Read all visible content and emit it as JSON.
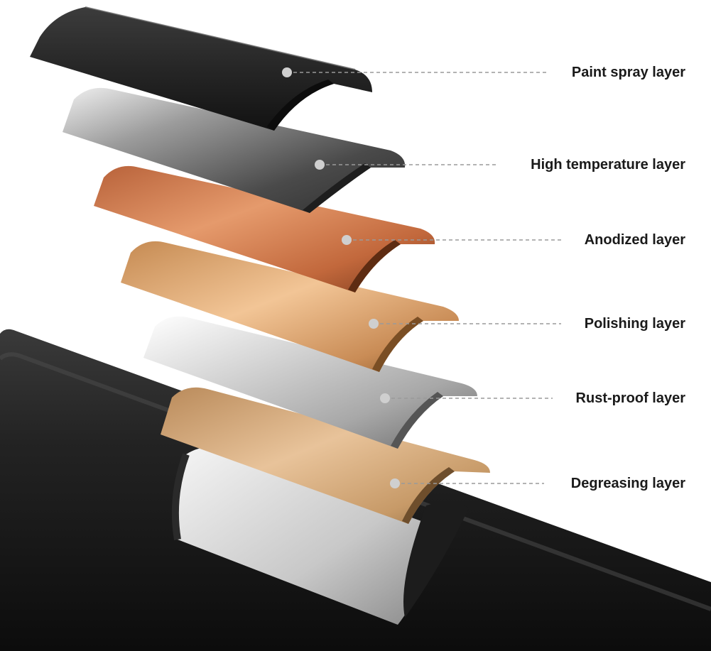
{
  "layers": [
    {
      "name": "Paint spray layer"
    },
    {
      "name": "High temperature layer"
    },
    {
      "name": "Anodized layer"
    },
    {
      "name": "Polishing layer"
    },
    {
      "name": "Rust-proof layer"
    },
    {
      "name": "Degreasing layer"
    }
  ],
  "colors": {
    "pipe": "#1f1f1f",
    "paint_spray": "#2b2b2b",
    "high_temperature": "#8e8e8e",
    "anodized": "#c9784a",
    "polishing": "#d6a06a",
    "rust_proof": "#c8c8c8",
    "degreasing": "#c9a172",
    "leader_line": "#9a9a9a",
    "label_text": "#1a1a1a"
  }
}
